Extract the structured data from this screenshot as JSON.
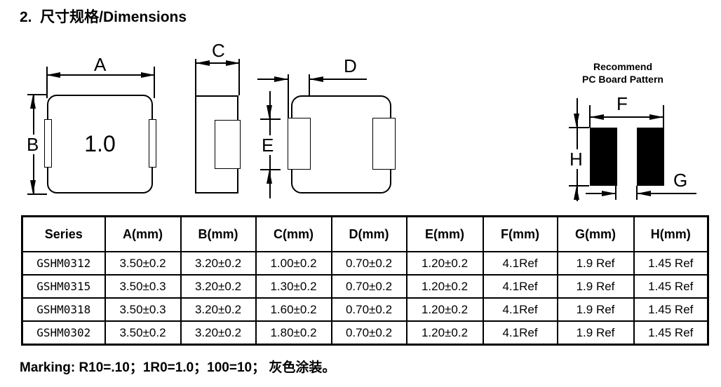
{
  "title": "2.  尺寸规格/Dimensions",
  "drawings": {
    "top_view": {
      "part_marking": "1.0",
      "dim_a": "A",
      "dim_b": "B"
    },
    "side_view": {
      "dim_c": "C",
      "dim_e": "E"
    },
    "bottom_view": {
      "dim_d": "D"
    },
    "pcb_pattern": {
      "heading_line1": "Recommend",
      "heading_line2": "PC Board Pattern",
      "dim_f": "F",
      "dim_g": "G",
      "dim_h": "H"
    }
  },
  "table": {
    "headers": [
      "Series",
      "A(mm)",
      "B(mm)",
      "C(mm)",
      "D(mm)",
      "E(mm)",
      "F(mm)",
      "G(mm)",
      "H(mm)"
    ],
    "rows": [
      [
        "GSHM0312",
        "3.50±0.2",
        "3.20±0.2",
        "1.00±0.2",
        "0.70±0.2",
        "1.20±0.2",
        "4.1Ref",
        "1.9 Ref",
        "1.45 Ref"
      ],
      [
        "GSHM0315",
        "3.50±0.3",
        "3.20±0.2",
        "1.30±0.2",
        "0.70±0.2",
        "1.20±0.2",
        "4.1Ref",
        "1.9 Ref",
        "1.45 Ref"
      ],
      [
        "GSHM0318",
        "3.50±0.3",
        "3.20±0.2",
        "1.60±0.2",
        "0.70±0.2",
        "1.20±0.2",
        "4.1Ref",
        "1.9 Ref",
        "1.45 Ref"
      ],
      [
        "GSHM0302",
        "3.50±0.2",
        "3.20±0.2",
        "1.80±0.2",
        "0.70±0.2",
        "1.20±0.2",
        "4.1Ref",
        "1.9 Ref",
        "1.45 Ref"
      ]
    ]
  },
  "marking_note": "Marking: R10=.10；1R0=1.0；100=10； 灰色涂装。"
}
